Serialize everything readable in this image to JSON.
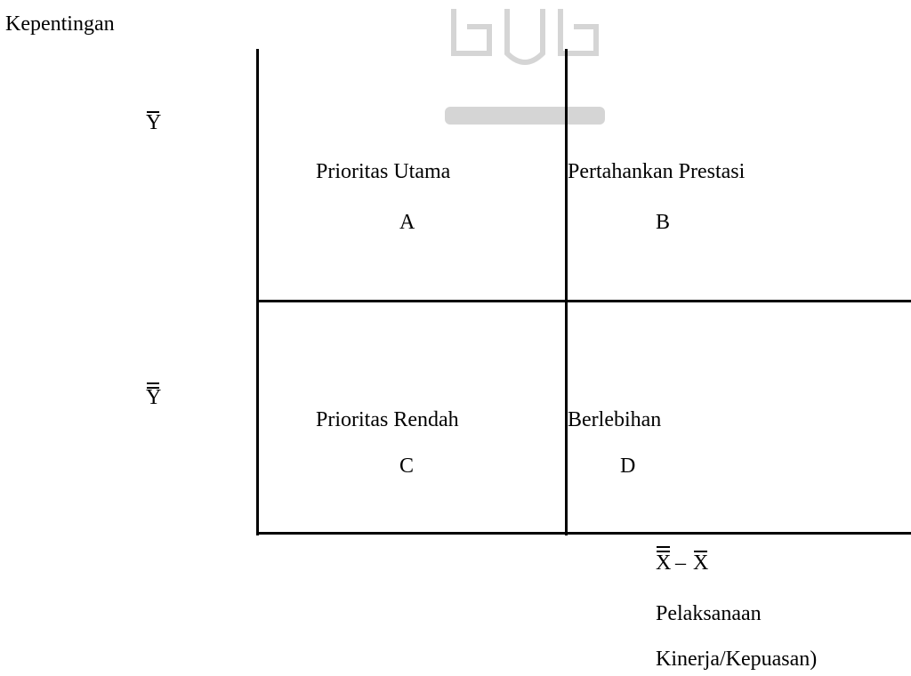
{
  "vertical_axis": {
    "label": "Kepentingan",
    "upper_mark": "Y",
    "lower_mark": "Y"
  },
  "horizontal_axis": {
    "mark_left": "X",
    "mark_separator": "–",
    "mark_right": "X",
    "label_line1": "Pelaksanaan",
    "label_line2": "Kinerja/Kepuasan)"
  },
  "quadrants": [
    {
      "title": "Prioritas Utama",
      "letter": "A"
    },
    {
      "title": "Pertahankan Prestasi",
      "letter": "B"
    },
    {
      "title": "Prioritas Rendah",
      "letter": "C"
    },
    {
      "title": "Berlebihan",
      "letter": "D"
    }
  ],
  "watermark_icon": "university-logo-watermark"
}
